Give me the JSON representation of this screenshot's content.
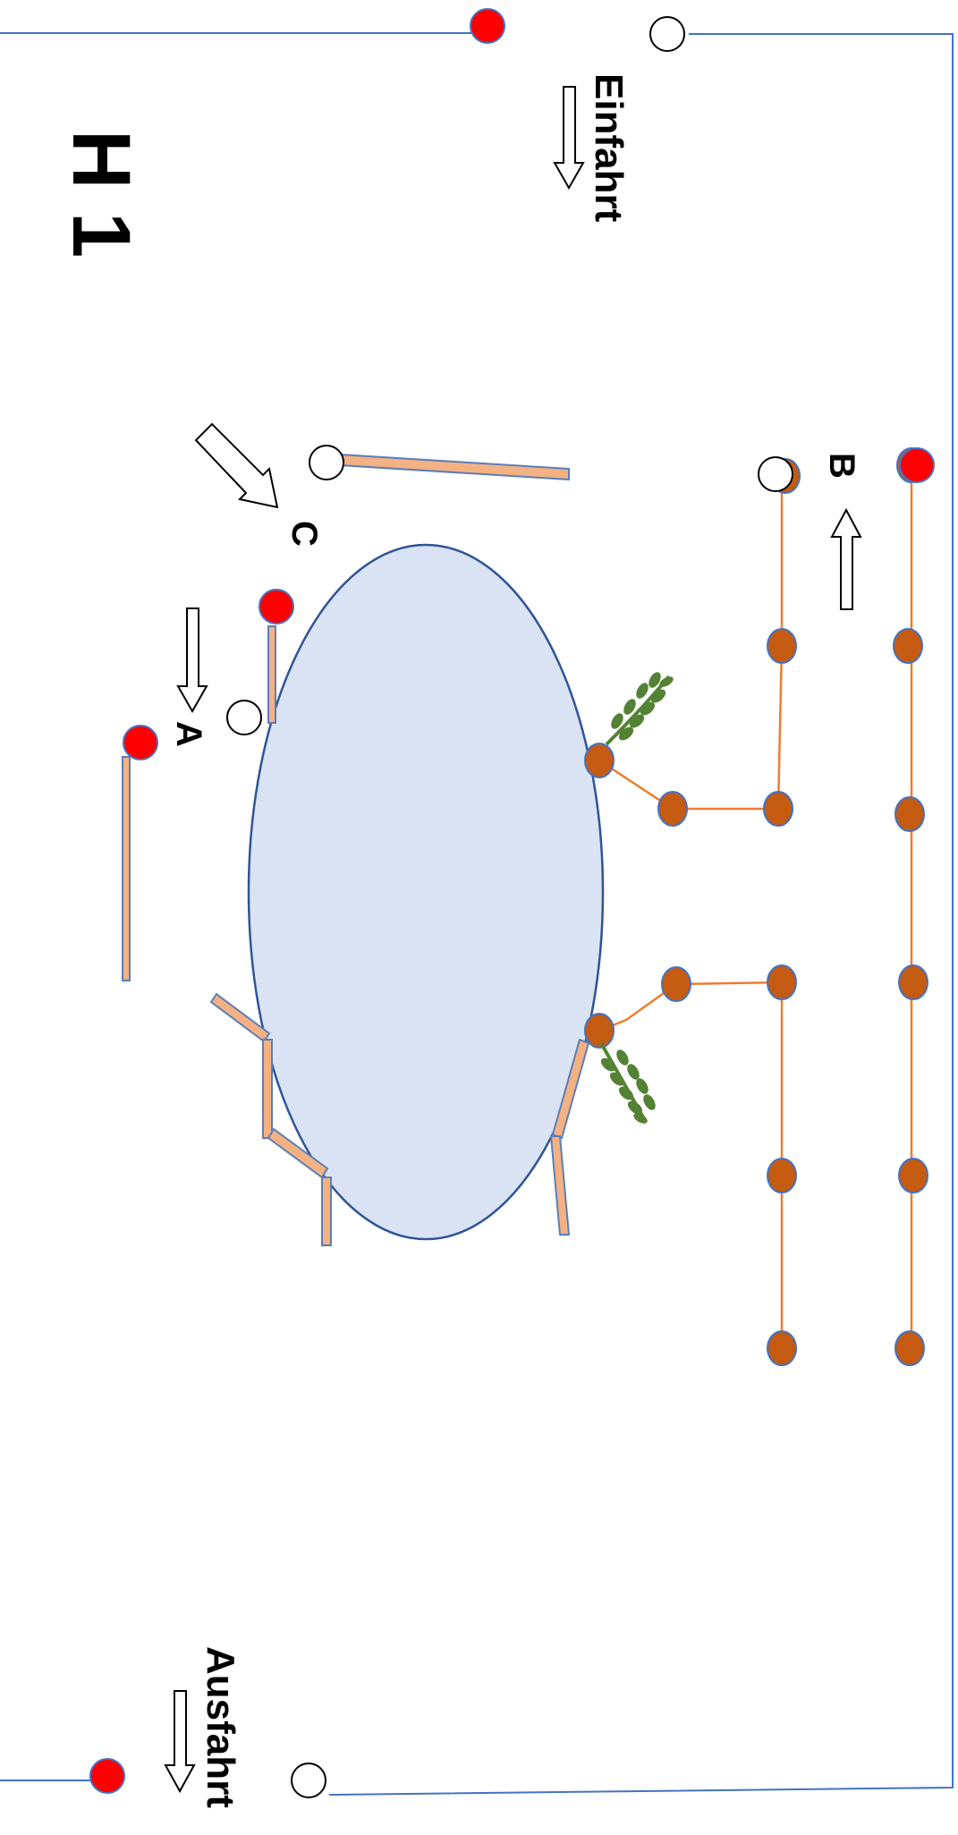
{
  "diagram": {
    "title": "H 1",
    "labels": {
      "entry": "Einfahrt",
      "exit": "Ausfahrt",
      "obstacle_a": "A",
      "obstacle_b": "B",
      "obstacle_c": "C"
    },
    "colors": {
      "arena_border": "#4472C4",
      "oval_fill": "#DAE3F3",
      "oval_stroke": "#2F5597",
      "pole_fill": "#F4B183",
      "pole_stroke": "#5B7FB8",
      "flag_red": "#FF0000",
      "flag_white": "#FFFFFF",
      "cavaletti_dot": "#C55A11",
      "cavaletti_line": "#ED7D31",
      "plant_green": "#548235",
      "arrow_fill": "#FFFFFF"
    }
  }
}
